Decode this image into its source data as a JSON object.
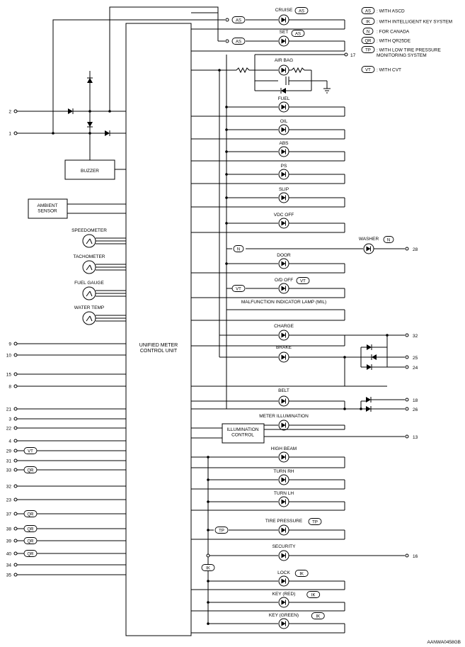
{
  "diagram_id": "AANWA0458GB",
  "unit_label": "UNIFIED METER\nCONTROL UNIT",
  "blocks": {
    "buzzer": "BUZZER",
    "ambient_sensor": "AMBIENT\nSENSOR",
    "illumination_control": "ILLUMINATION\nCONTROL"
  },
  "gauges": [
    "SPEEDOMETER",
    "TACHOMETER",
    "FUEL GAUGE",
    "WATER TEMP"
  ],
  "left_terminals": [
    "2",
    "1",
    "9",
    "10",
    "15",
    "8",
    "21",
    "3",
    "22",
    "4",
    "29",
    "31",
    "33",
    "32",
    "23",
    "37",
    "38",
    "39",
    "40",
    "34",
    "35"
  ],
  "left_tags": {
    "29": "VT",
    "33": "QR",
    "37": "QR",
    "38": "QR",
    "39": "QR",
    "40": "QR"
  },
  "lamps": [
    {
      "label": "CRUISE",
      "tag": "AS",
      "line_tag": "AS"
    },
    {
      "label": "SET",
      "tag": "AS",
      "line_tag": "AS"
    },
    {
      "label": "AIR BAG",
      "terminal": "17"
    },
    {
      "label": "FUEL"
    },
    {
      "label": "OIL"
    },
    {
      "label": "ABS"
    },
    {
      "label": "PS"
    },
    {
      "label": "SLIP"
    },
    {
      "label": "VDC OFF"
    },
    {
      "label": "WASHER",
      "tag": "N",
      "line_tag": "N",
      "terminal": "28"
    },
    {
      "label": "DOOR"
    },
    {
      "label": "O/D OFF",
      "tag": "VT",
      "line_tag": "VT"
    },
    {
      "label": "MALFUNCTION INDICATOR LAMP (MIL)"
    },
    {
      "label": "CHARGE",
      "terminal": "32"
    },
    {
      "label": "BRAKE",
      "terminal": "25",
      "terminal2": "24"
    },
    {
      "label": "BELT",
      "terminal": "18",
      "terminal2": "26"
    },
    {
      "label": "METER ILLUMINATION",
      "terminal": "13"
    },
    {
      "label": "HIGH BEAM"
    },
    {
      "label": "TURN RH"
    },
    {
      "label": "TURN LH"
    },
    {
      "label": "TIRE PRESSURE",
      "tag": "TP",
      "line_tag": "TP"
    },
    {
      "label": "SECURITY",
      "terminal": "16"
    },
    {
      "label": "LOCK",
      "tag": "IK"
    },
    {
      "label": "KEY (RED)",
      "tag": "IK"
    },
    {
      "label": "KEY (GREEN)",
      "tag": "IK"
    }
  ],
  "ik_line_tag": "IK",
  "legend": [
    {
      "tag": "AS",
      "text": ": WITH ASCD"
    },
    {
      "tag": "IK",
      "text": ": WITH INTELLIGENT KEY SYSTEM"
    },
    {
      "tag": "N",
      "text": ": FOR CANADA"
    },
    {
      "tag": "QR",
      "text": ": WITH QR25DE"
    },
    {
      "tag": "TP",
      "text": ": WITH LOW TIRE PRESSURE\nMONITORING SYSTEM"
    },
    {
      "tag": "VT",
      "text": ": WITH CVT"
    }
  ]
}
